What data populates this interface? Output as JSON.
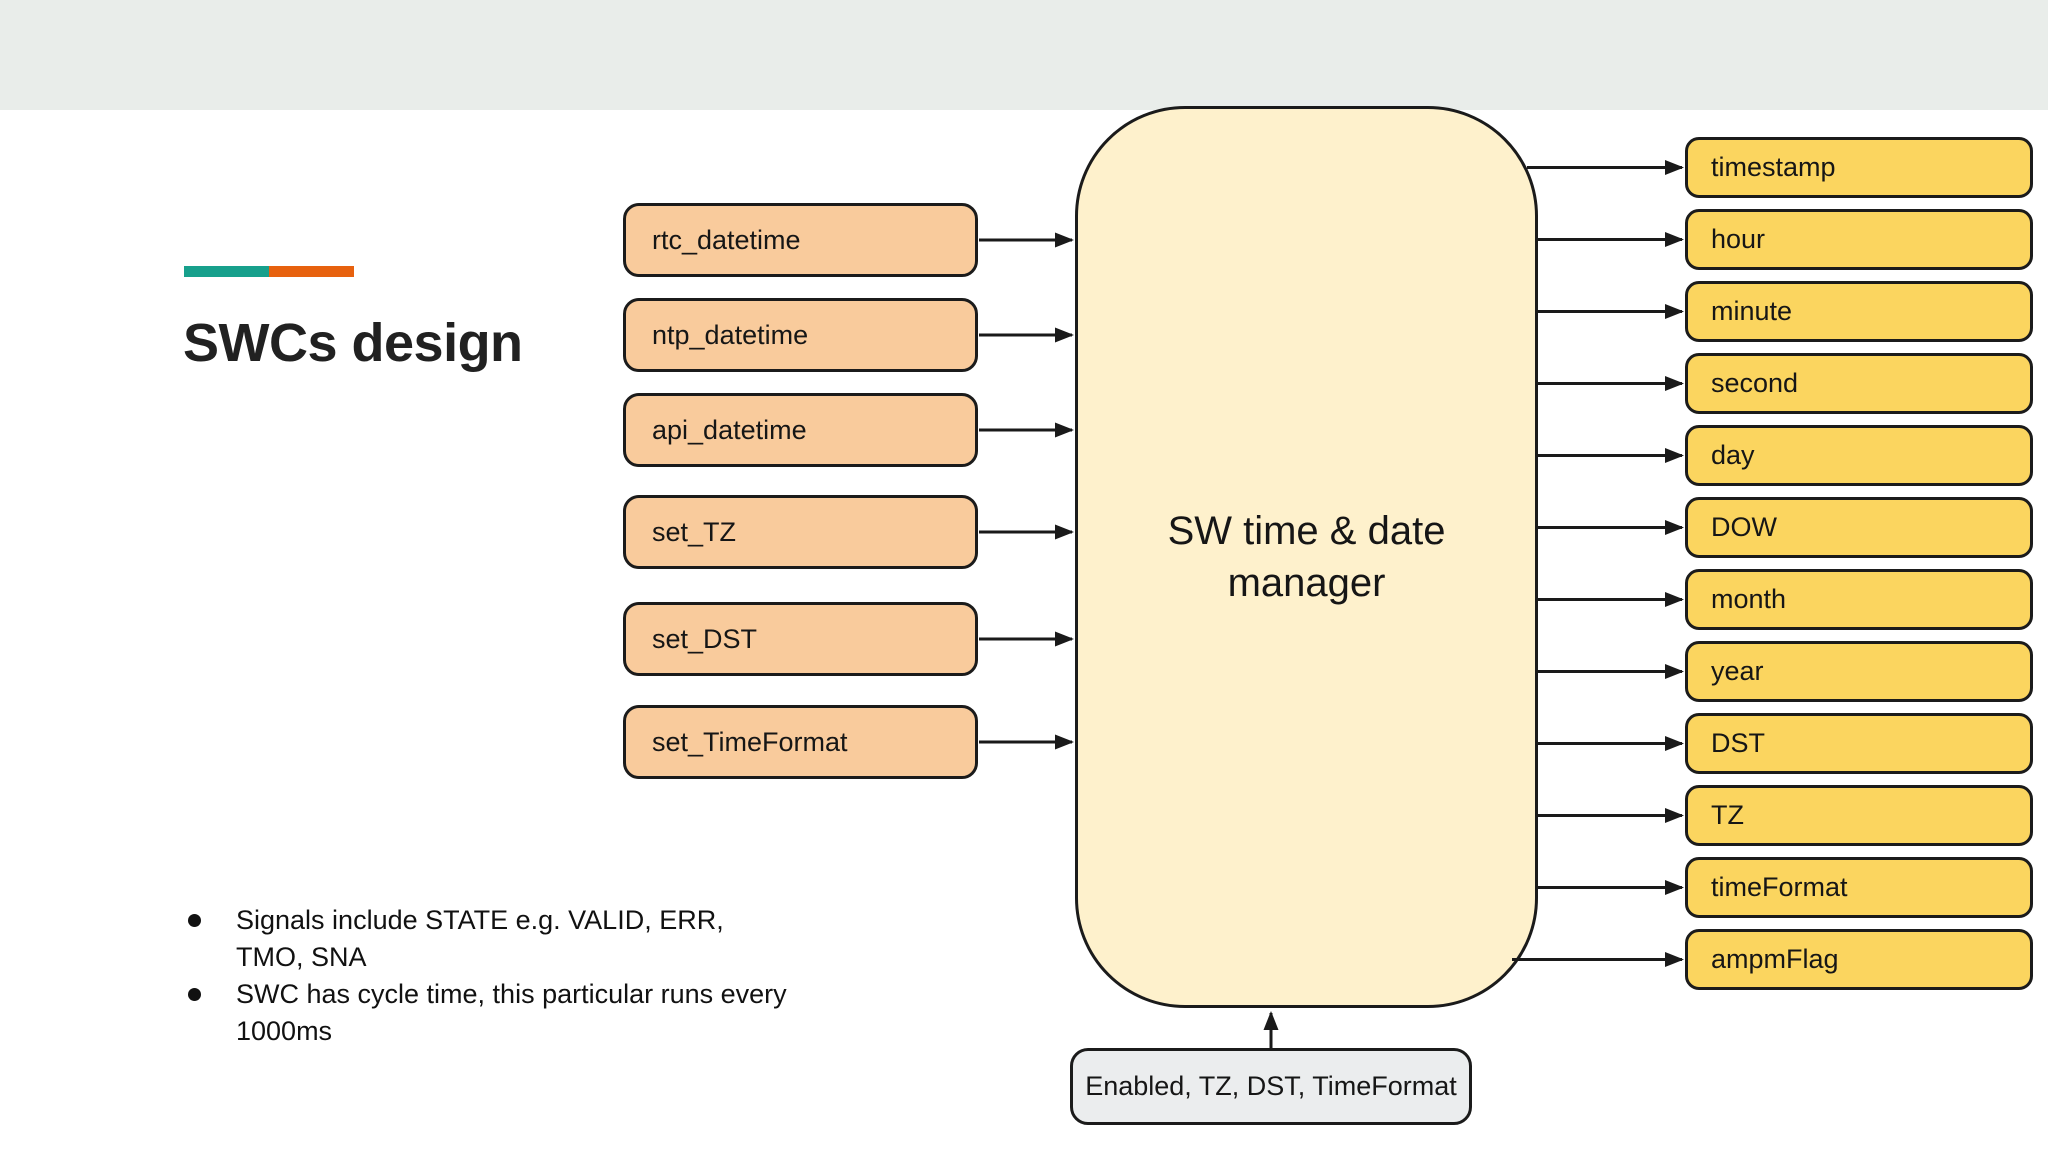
{
  "slide": {
    "title": "SWCs design",
    "accent": {
      "teal": "#17A08C",
      "orange": "#E7610E"
    },
    "band_color": "#E9EDEA",
    "notes": [
      "Signals include STATE e.g. VALID, ERR, TMO, SNA",
      "SWC has cycle time, this particular runs every 1000ms"
    ]
  },
  "diagram": {
    "central_node": {
      "label_line1": "SW time & date",
      "label_line2": "manager",
      "fill": "#FEF1CC"
    },
    "inputs": {
      "fill": "#F9CB9C",
      "items": [
        "rtc_datetime",
        "ntp_datetime",
        "api_datetime",
        "set_TZ",
        "set_DST",
        "set_TimeFormat"
      ]
    },
    "outputs": {
      "fill": "#FBD55F",
      "items": [
        "timestamp",
        "hour",
        "minute",
        "second",
        "day",
        "DOW",
        "month",
        "year",
        "DST",
        "TZ",
        "timeFormat",
        "ampmFlag"
      ]
    },
    "config_node": {
      "label": "Enabled, TZ, DST, TimeFormat",
      "fill": "#EBEDEE"
    },
    "arrow_color": "#1a1a1a"
  }
}
